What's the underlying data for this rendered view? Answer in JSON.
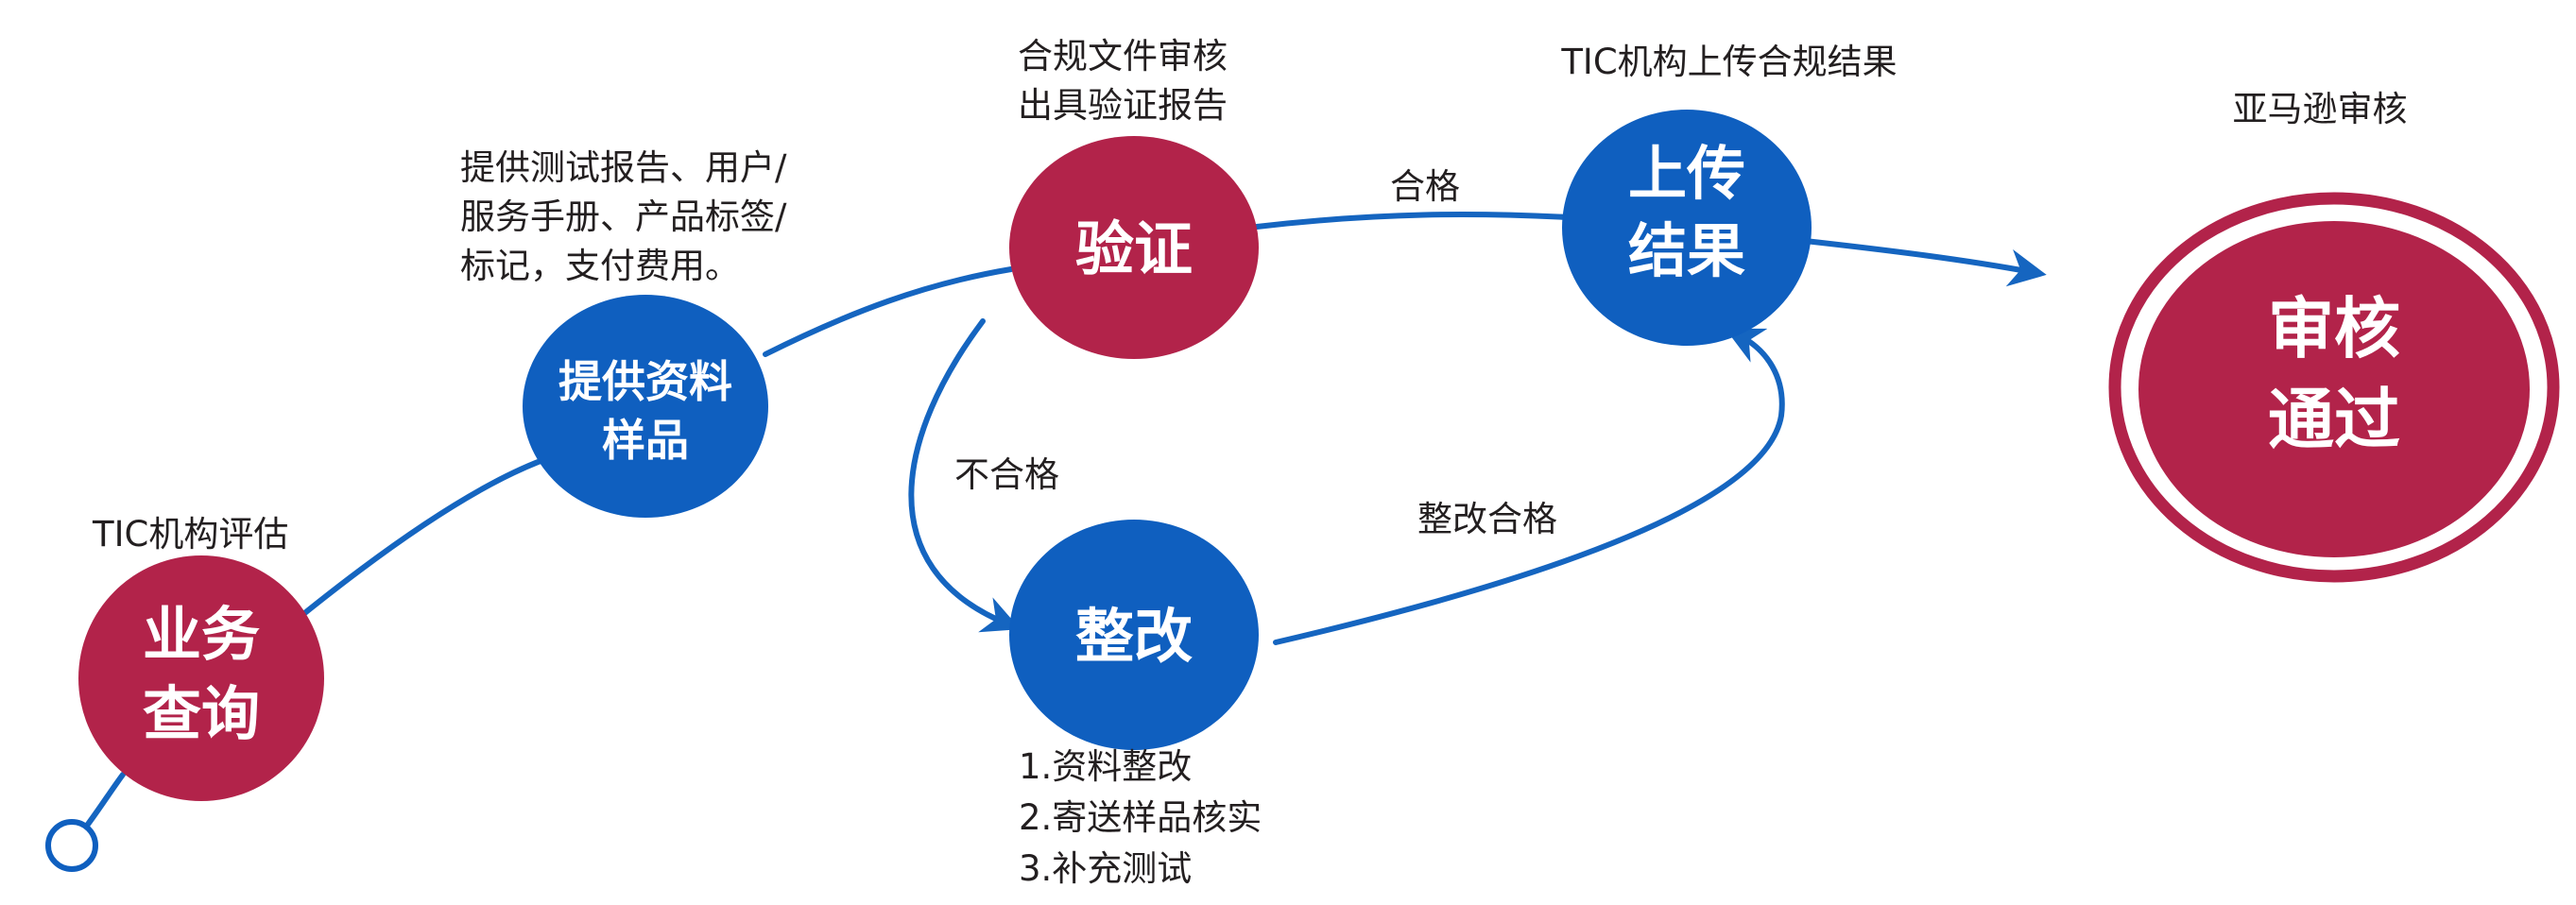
{
  "colors": {
    "red": "#b2234a",
    "blue": "#0f5fbf",
    "line": "#1565c0",
    "text": "#231f20"
  },
  "nodes": {
    "inquiry": {
      "line1": "业务",
      "line2": "查询",
      "caption": "TIC机构评估"
    },
    "provide": {
      "line1": "提供资料",
      "line2": "样品",
      "caption": [
        "提供测试报告、用户/",
        "服务手册、产品标签/",
        "标记，支付费用。"
      ]
    },
    "verify": {
      "label": "验证",
      "caption": [
        "合规文件审核",
        "出具验证报告"
      ]
    },
    "rectify": {
      "label": "整改",
      "caption": [
        "1.资料整改",
        "2.寄送样品核实",
        "3.补充测试"
      ]
    },
    "upload": {
      "line1": "上传",
      "line2": "结果",
      "caption": "TIC机构上传合规结果"
    },
    "approved": {
      "line1": "审核",
      "line2": "通过",
      "caption": "亚马逊审核"
    }
  },
  "edges": {
    "pass": "合格",
    "fail": "不合格",
    "rectify_pass": "整改合格"
  }
}
